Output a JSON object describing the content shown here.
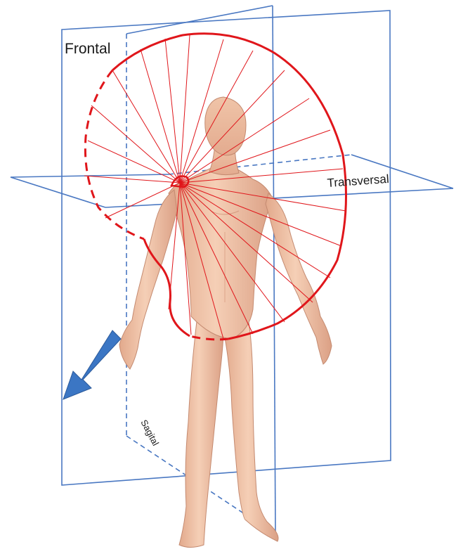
{
  "labels": {
    "frontal": "Frontal",
    "transversal": "Transversal",
    "sagittal": "Sagital"
  },
  "colors": {
    "plane": "#4a78c2",
    "cone": "#e0161b",
    "skin": "#efbfa2",
    "arrow": "#3b76c4",
    "background": "#ffffff"
  },
  "icons": {
    "arrow": "arrow-down-left-icon"
  }
}
